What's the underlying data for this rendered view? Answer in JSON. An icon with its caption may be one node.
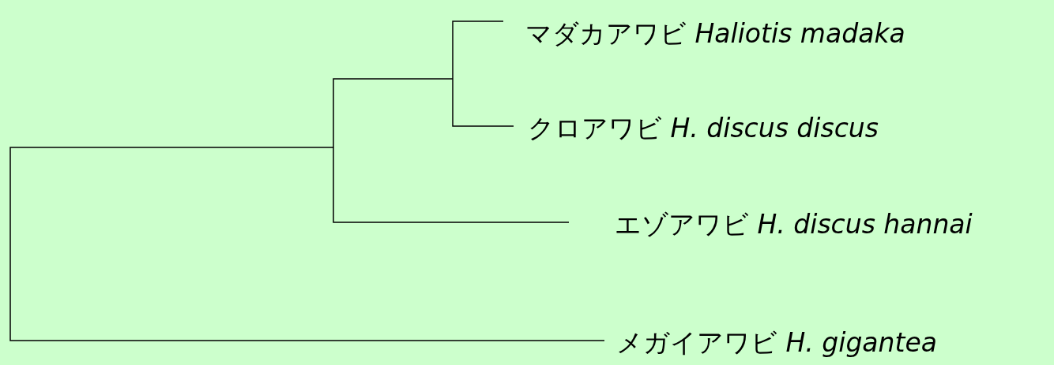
{
  "diagram": {
    "labels": [
      "マダカアワビ *Haliotis madaka*",
      "クロアワビ *H. discus discus*",
      "エゾアワビ *H. discus hannai*",
      "メガイアワビ *H. gigantea*"
    ]
  }
}
